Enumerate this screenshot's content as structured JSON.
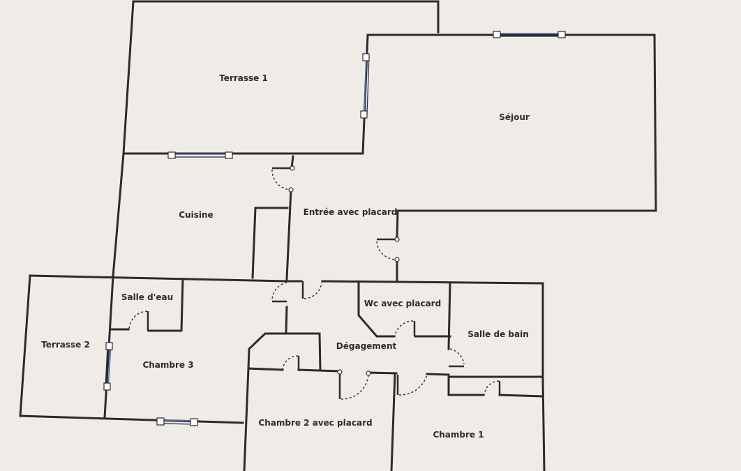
{
  "plan": {
    "rooms": {
      "terrasse1": "Terrasse 1",
      "sejour": "Séjour",
      "cuisine": "Cuisine",
      "entree": "Entrée avec placard",
      "salle_eau": "Salle d'eau",
      "terrasse2": "Terrasse 2",
      "chambre3": "Chambre 3",
      "wc": "Wc avec placard",
      "degagement": "Dégagement",
      "salle_bain": "Salle de bain",
      "chambre2": "Chambre 2 avec placard",
      "chambre1": "Chambre 1"
    },
    "colors": {
      "paper": "#efece8",
      "wall": "#2b2b2d",
      "window_glass": "#5b6bb5"
    }
  }
}
